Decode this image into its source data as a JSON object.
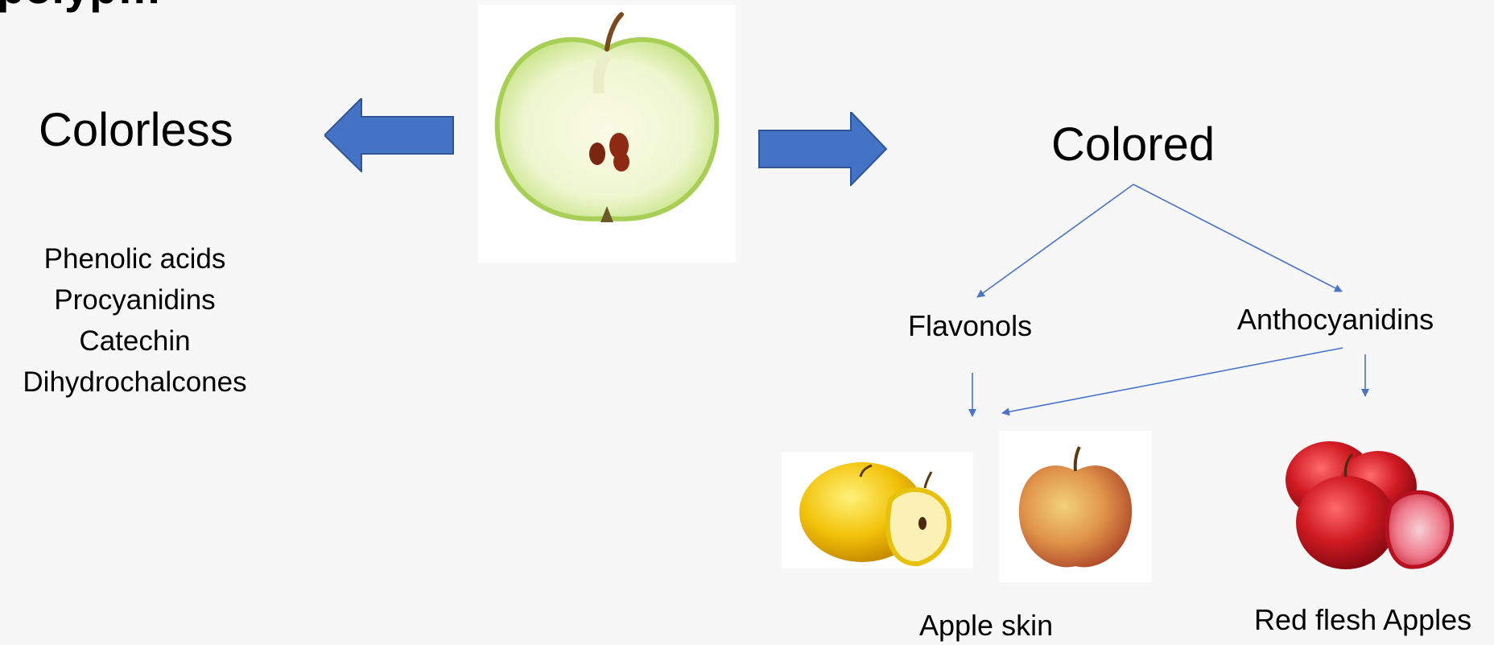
{
  "title_fragment": "…polyp…",
  "branches": {
    "left": {
      "label": "Colorless",
      "compounds": [
        "Phenolic acids",
        "Procyanidins",
        "Catechin",
        "Dihydrochalcones"
      ]
    },
    "right": {
      "label": "Colored",
      "children": [
        "Flavonols",
        "Anthocyanidins"
      ]
    }
  },
  "results": {
    "apple_skin": "Apple skin",
    "red_flesh": "Red flesh Apples"
  },
  "colors": {
    "arrow_blue": "#4472c4",
    "connector_blue": "#4a74c8"
  },
  "images": [
    "halved-green-apple",
    "yellow-apple-with-slice",
    "red-yellow-apple",
    "red-flesh-apples"
  ]
}
